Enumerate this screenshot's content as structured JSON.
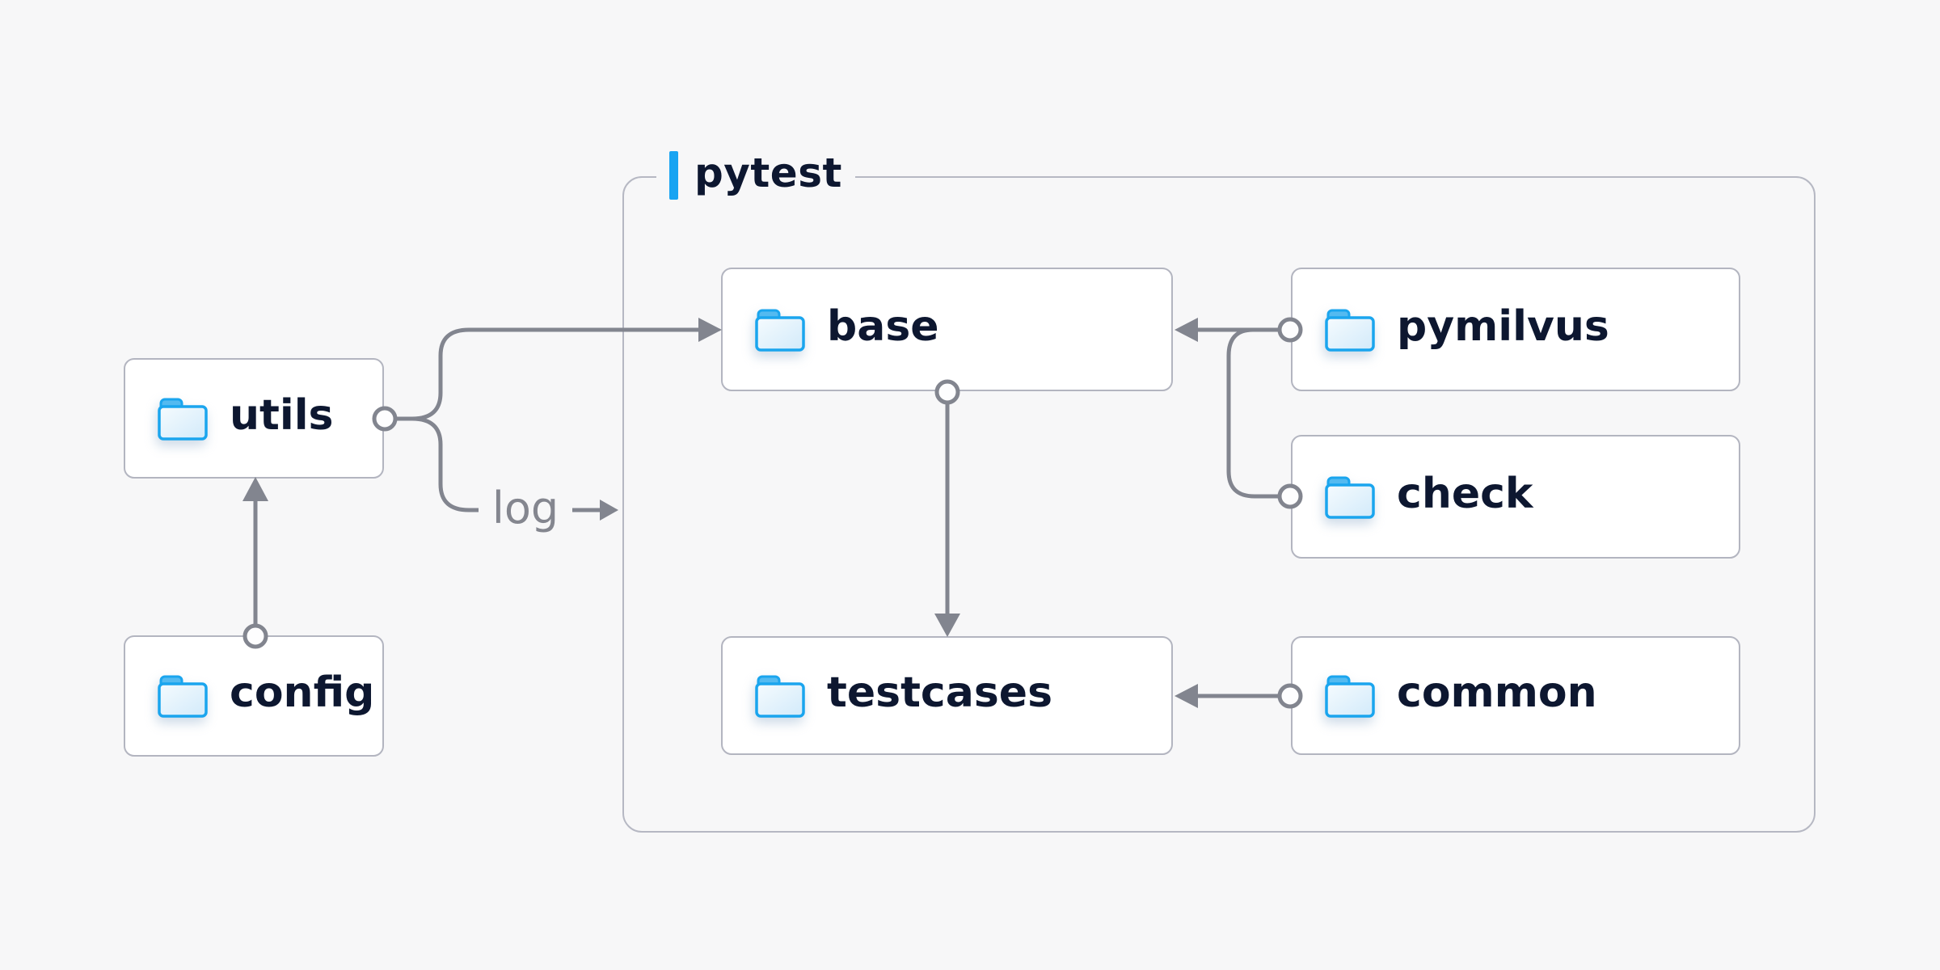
{
  "diagram": {
    "group": {
      "label": "pytest"
    },
    "nodes": {
      "utils": {
        "label": "utils",
        "icon": "folder-icon"
      },
      "config": {
        "label": "config",
        "icon": "folder-icon"
      },
      "base": {
        "label": "base",
        "icon": "folder-icon"
      },
      "pymilvus": {
        "label": "pymilvus",
        "icon": "folder-icon"
      },
      "check": {
        "label": "check",
        "icon": "folder-icon"
      },
      "testcases": {
        "label": "testcases",
        "icon": "folder-icon"
      },
      "common": {
        "label": "common",
        "icon": "folder-icon"
      }
    },
    "edges": [
      {
        "from": "config",
        "to": "utils",
        "label": ""
      },
      {
        "from": "utils",
        "to": "base",
        "label": ""
      },
      {
        "from": "utils",
        "to": "pytest-group",
        "label": "log"
      },
      {
        "from": "pymilvus",
        "to": "base",
        "label": ""
      },
      {
        "from": "check",
        "to": "base",
        "label": ""
      },
      {
        "from": "base",
        "to": "testcases",
        "label": ""
      },
      {
        "from": "common",
        "to": "testcases",
        "label": ""
      }
    ],
    "colors": {
      "background": "#f7f7f8",
      "node_fill": "#ffffff",
      "node_border": "#b3b5c0",
      "wire": "#82858f",
      "text": "#0d1730",
      "edge_label_text": "#84868f",
      "accent_blue": "#18a4f2",
      "folder_stroke": "#1aa5ee",
      "folder_tab": "#54baf0",
      "folder_body_light": "#f3fafe",
      "folder_body_dark": "#d2eafa"
    }
  }
}
